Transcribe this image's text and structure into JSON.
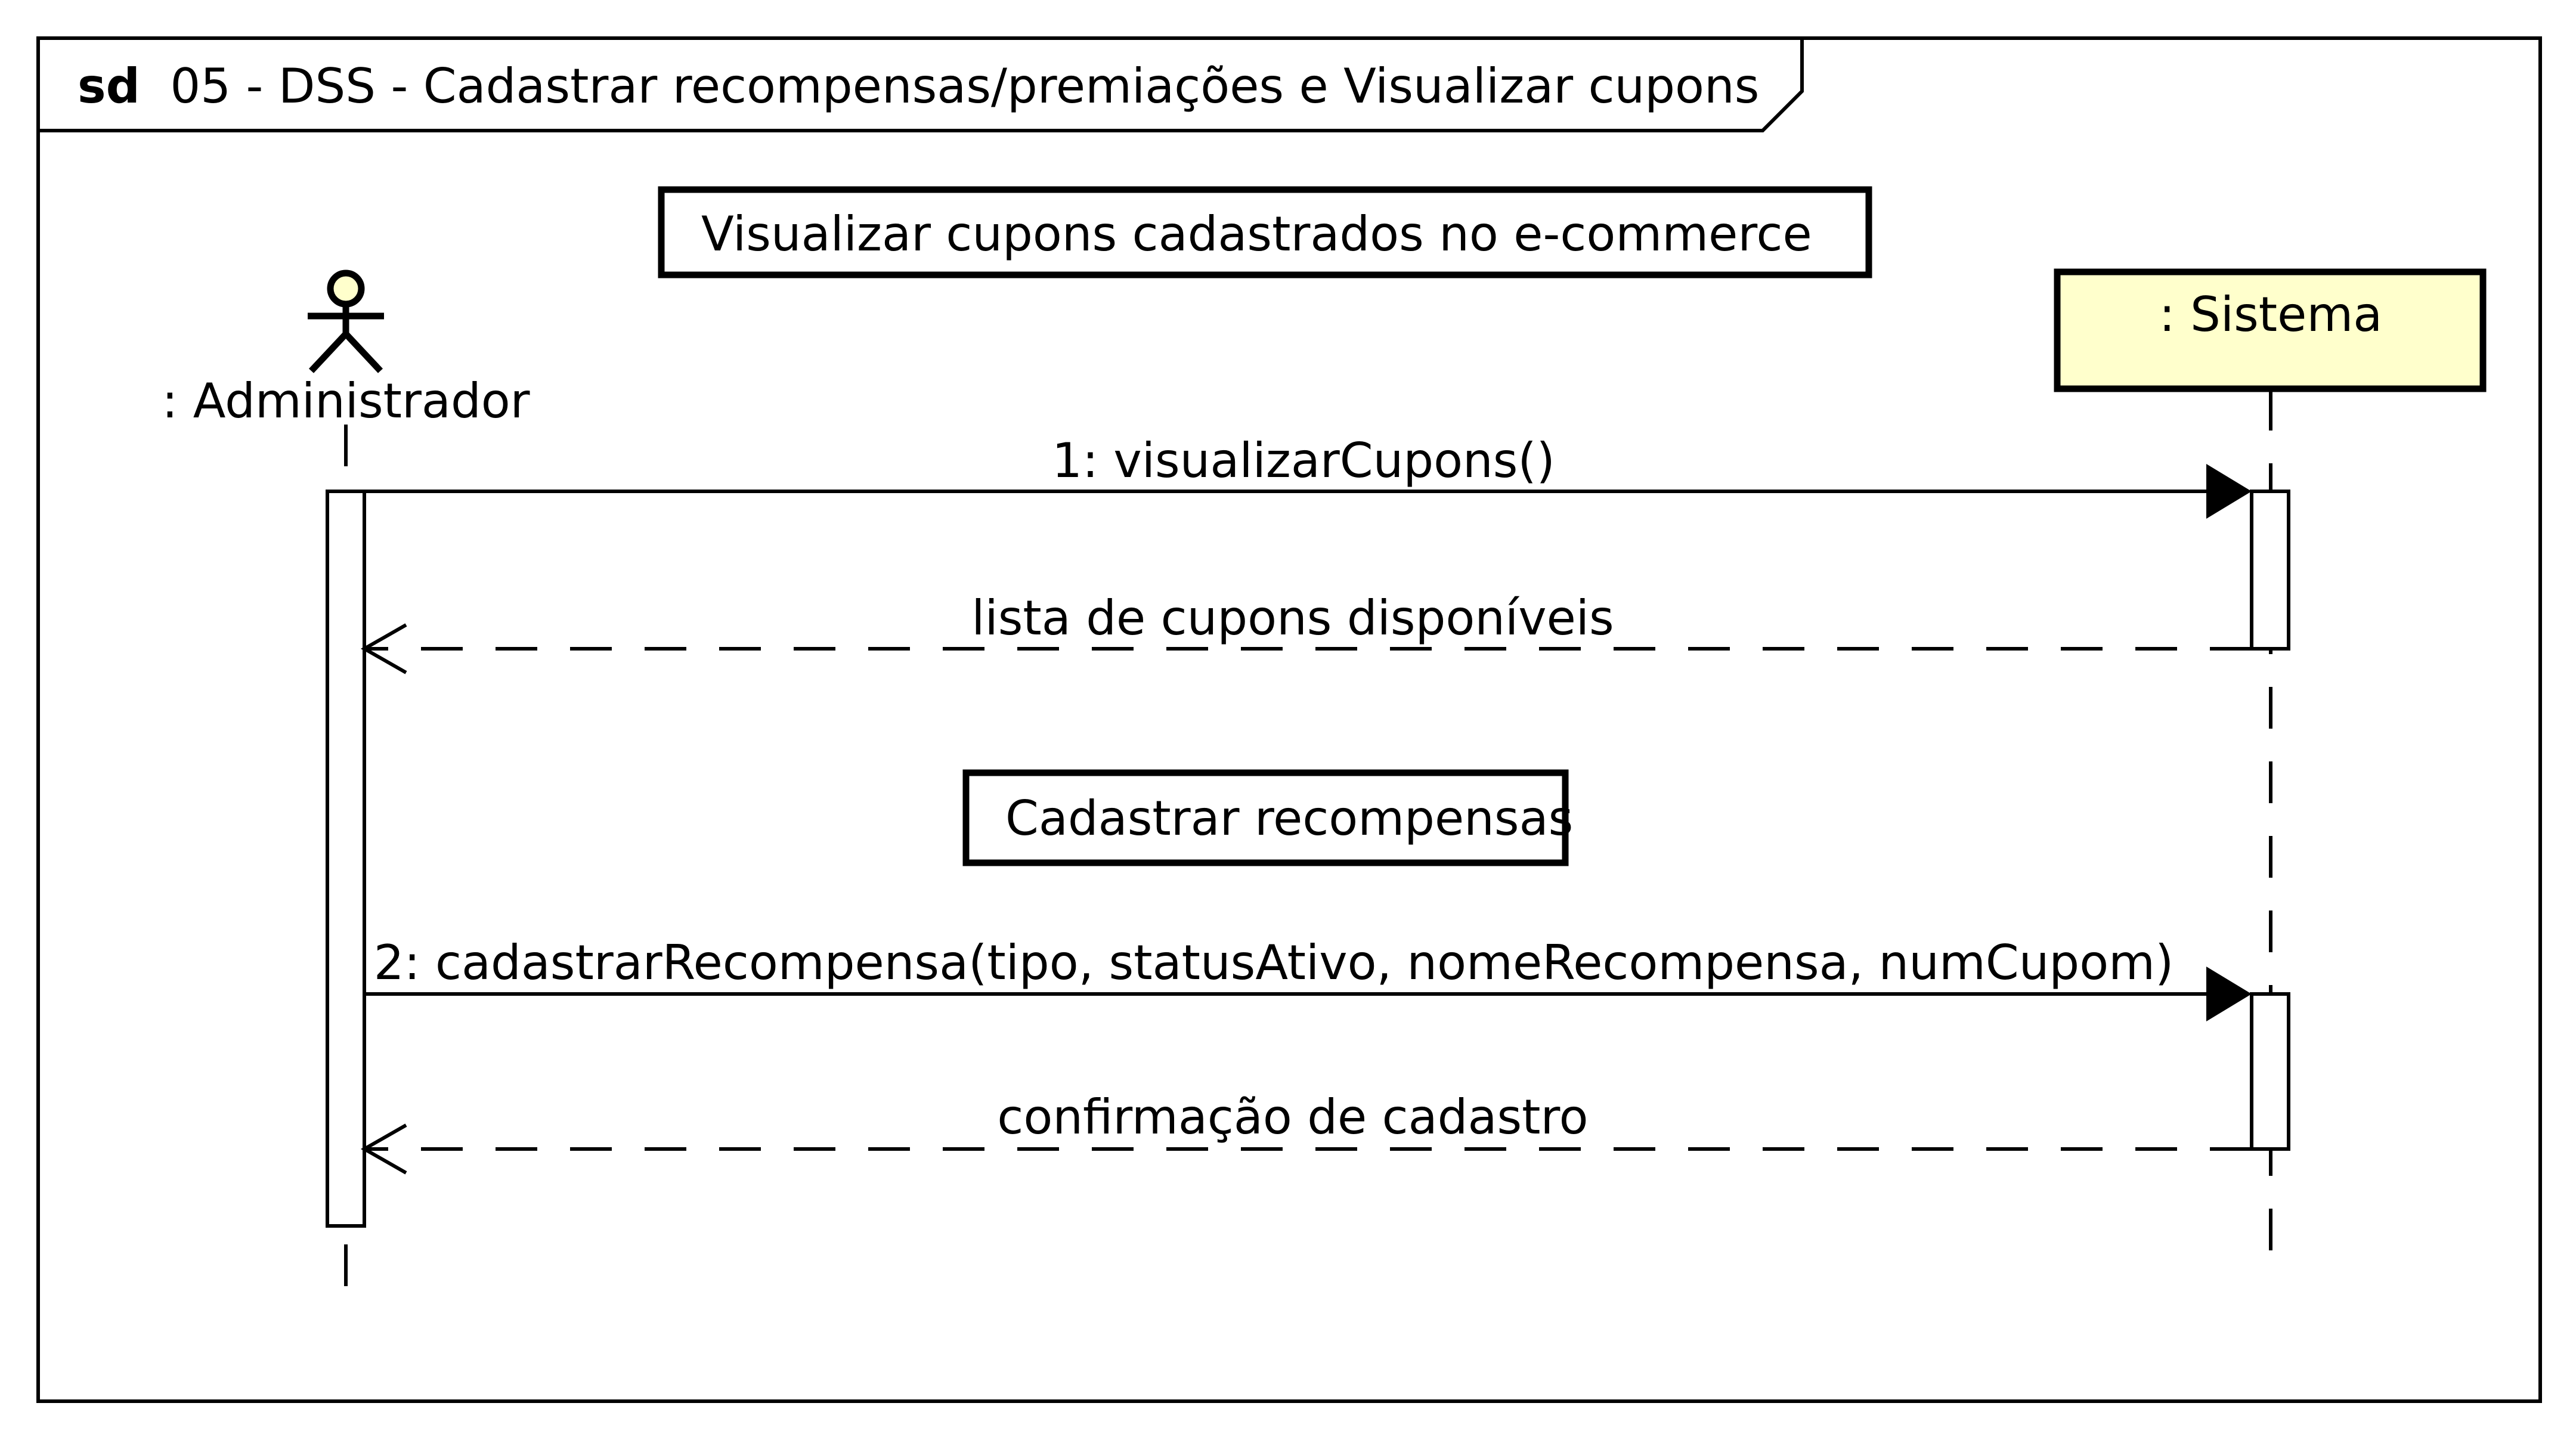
{
  "frame": {
    "keyword": "sd",
    "title": "05 - DSS - Cadastrar recompensas/premiações e Visualizar cupons"
  },
  "lifelines": {
    "actor": {
      "label": ": Administrador",
      "icon": "stick-figure-actor-icon"
    },
    "system": {
      "label": ": Sistema",
      "fill": "#ffffcc"
    }
  },
  "notes": {
    "view_coupons": "Visualizar cupons cadastrados no e-commerce",
    "register_rewards": "Cadastrar recompensas"
  },
  "messages": [
    {
      "label": "1: visualizarCupons()",
      "kind": "synchronous call"
    },
    {
      "label": "lista de cupons disponíveis",
      "kind": "reply"
    },
    {
      "label": "2: cadastrarRecompensa(tipo, statusAtivo, nomeRecompensa, numCupom)",
      "kind": "synchronous call"
    },
    {
      "label": "confirmação de cadastro",
      "kind": "reply"
    }
  ],
  "colors": {
    "line": "#000000",
    "actor_head_fill": "#ffffcc",
    "background": "#ffffff"
  }
}
